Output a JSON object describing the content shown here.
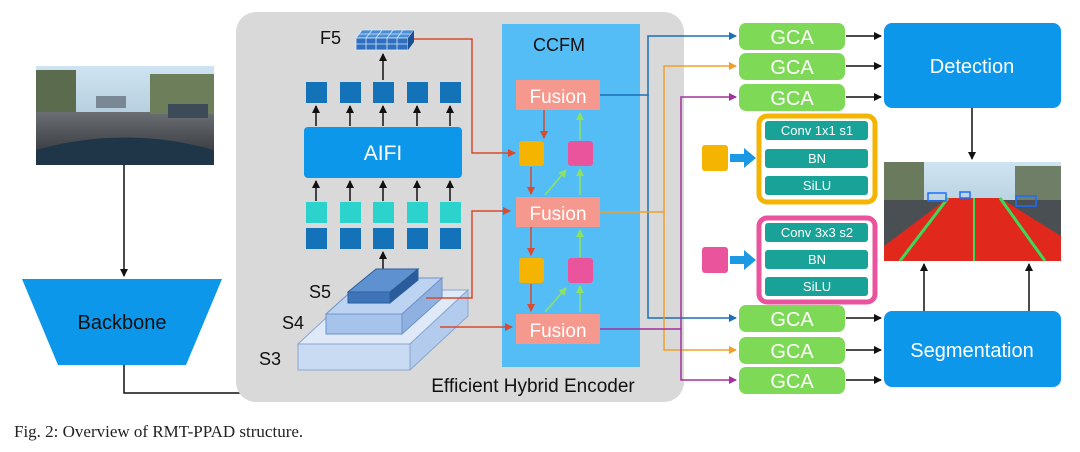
{
  "caption": "Fig. 2: Overview of RMT-PPAD structure.",
  "labels": {
    "backbone": "Backbone",
    "f5": "F5",
    "aifi": "AIFI",
    "s5": "S5",
    "s4": "S4",
    "s3": "S3",
    "ccfm": "CCFM",
    "fusion": "Fusion",
    "encoder": "Efficient Hybrid Encoder",
    "gca": "GCA",
    "detection": "Detection",
    "segmentation": "Segmentation"
  },
  "conv_block_1": {
    "conv": "Conv 1x1 s1",
    "bn": "BN",
    "act": "SiLU"
  },
  "conv_block_2": {
    "conv": "Conv 3x3 s2",
    "bn": "BN",
    "act": "SiLU"
  },
  "colors": {
    "encoder_bg": "#d9d9d9",
    "ccfm_bg": "#55bdf5",
    "blue_box": "#0d97ea",
    "fusion": "#f5988d",
    "gca": "#7ed957",
    "orange": "#f5b400",
    "pink": "#e9549c",
    "teal": "#19a398",
    "token_dark": "#1473b8",
    "token_cyan": "#2bd3cc",
    "red_arrow": "#d94a2e",
    "green_arrow": "#8fe35c",
    "blue_line": "#1b6eb8",
    "orange_line": "#f0a02a",
    "purple_line": "#a3309c"
  }
}
